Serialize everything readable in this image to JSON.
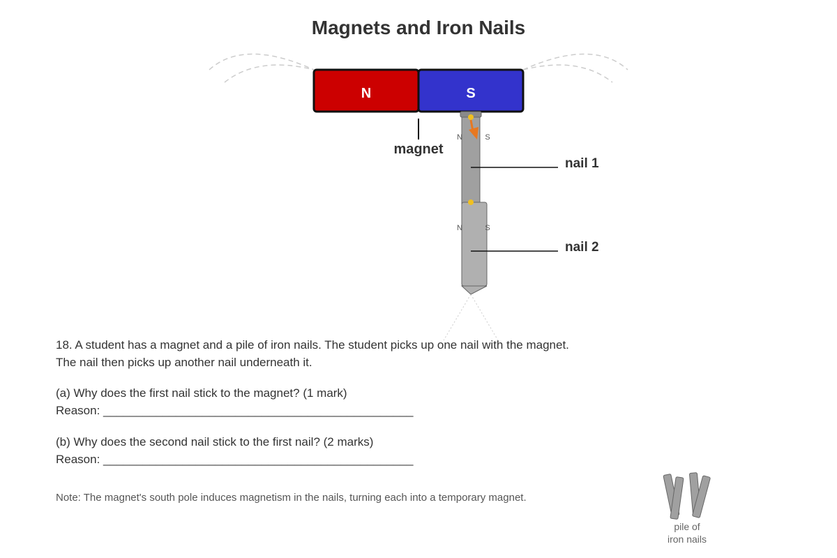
{
  "title": "Magnets and Iron Nails",
  "magnet": {
    "label": "magnet",
    "north_label": "N",
    "south_label": "S",
    "north_color": "#cc0000",
    "south_color": "#3333cc"
  },
  "nails": [
    {
      "label": "nail 1",
      "north_label": "N",
      "south_label": "S"
    },
    {
      "label": "nail 2",
      "north_label": "N",
      "south_label": "S"
    }
  ],
  "question": {
    "intro": "18. A student has a magnet and a pile of iron nails. The student picks up one nail with the magnet. The nail then picks up another nail underneath it.",
    "part_a": {
      "prompt": "(a) Why does the first nail stick to the magnet? (1 mark)",
      "reason": "Reason: _______________________________________________"
    },
    "part_b": {
      "prompt": "(b) Why does the second nail stick to the first nail? (2 marks)",
      "reason": "Reason: _______________________________________________"
    }
  },
  "note": "Note: The magnet's south pole induces magnetism in the nails, turning each into a temporary magnet.",
  "pile": {
    "caption_line1": "pile of",
    "caption_line2": "iron nails"
  },
  "colors": {
    "nail_dark": "#a0a0a0",
    "nail_light": "#b0b0b0",
    "contact_dot": "#f0c020",
    "arrow": "#e87820",
    "field_line": "#cccccc"
  }
}
